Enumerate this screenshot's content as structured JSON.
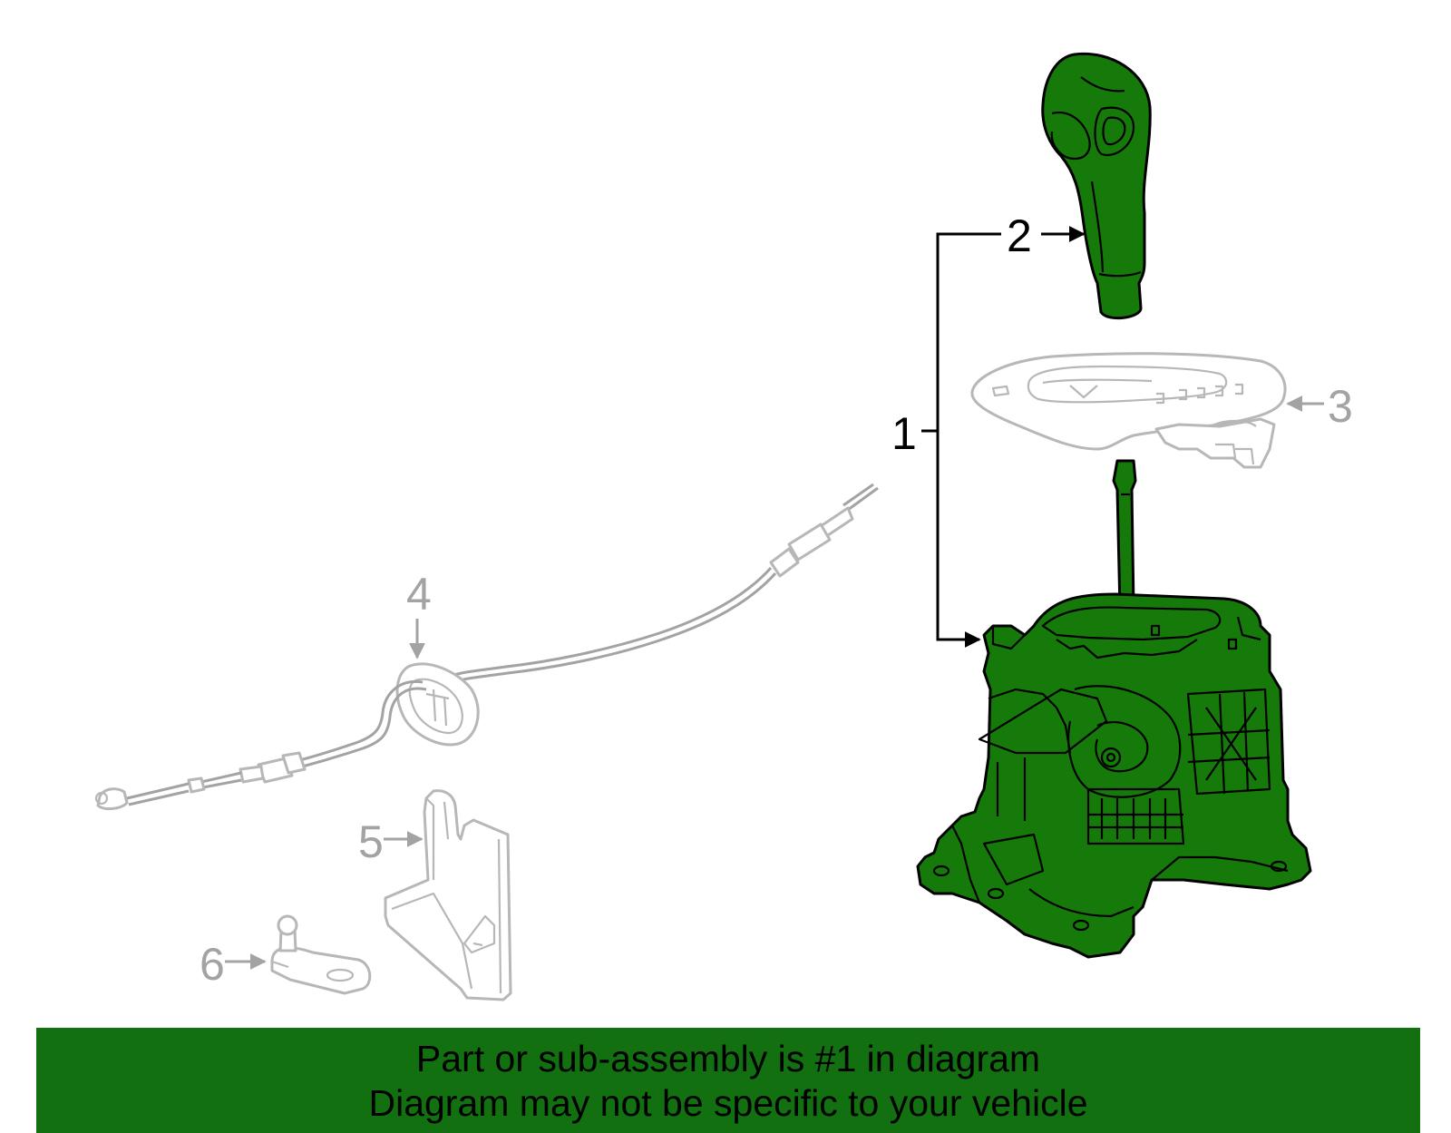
{
  "diagram": {
    "callouts": {
      "c1": "1",
      "c2": "2",
      "c3": "3",
      "c4": "4",
      "c5": "5",
      "c6": "6"
    },
    "highlight_color": "#167a0b",
    "inactive_color": "#a3a3a3"
  },
  "footer": {
    "line1": "Part or sub-assembly is #1 in diagram",
    "line2": "Diagram may not be specific to your vehicle",
    "background_color": "#127010"
  }
}
